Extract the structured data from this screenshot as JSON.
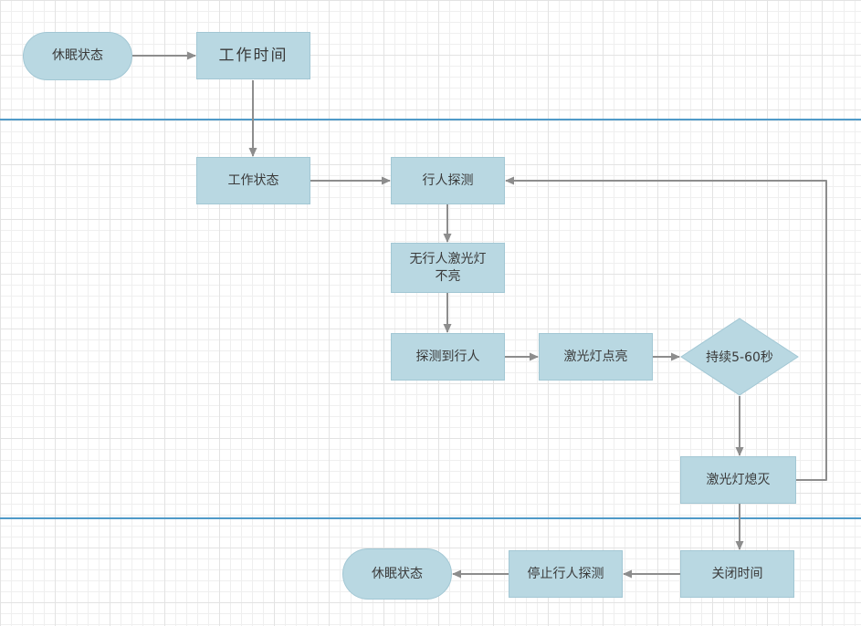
{
  "diagram": {
    "nodes": [
      {
        "id": "sleep-state-start",
        "shape": "stadium",
        "label": "休眠状态"
      },
      {
        "id": "work-time",
        "shape": "rect",
        "label": "工作时间"
      },
      {
        "id": "work-state",
        "shape": "rect",
        "label": "工作状态"
      },
      {
        "id": "pedestrian-detect",
        "shape": "rect",
        "label": "行人探测"
      },
      {
        "id": "no-pedestrian-laser-dim",
        "shape": "rect",
        "label": "无行人激光灯不亮"
      },
      {
        "id": "pedestrian-detected",
        "shape": "rect",
        "label": "探测到行人"
      },
      {
        "id": "laser-light-on",
        "shape": "rect",
        "label": "激光灯点亮"
      },
      {
        "id": "duration-5-60s",
        "shape": "diamond",
        "label": "持续5-60秒"
      },
      {
        "id": "laser-light-off",
        "shape": "rect",
        "label": "激光灯熄灭"
      },
      {
        "id": "close-time",
        "shape": "rect",
        "label": "关闭时间"
      },
      {
        "id": "stop-pedestrian-detect",
        "shape": "rect",
        "label": "停止行人探测"
      },
      {
        "id": "sleep-state-end",
        "shape": "stadium",
        "label": "休眠状态"
      }
    ],
    "edges": [
      {
        "from": "sleep-state-start",
        "to": "work-time"
      },
      {
        "from": "work-time",
        "to": "work-state"
      },
      {
        "from": "work-state",
        "to": "pedestrian-detect"
      },
      {
        "from": "pedestrian-detect",
        "to": "no-pedestrian-laser-dim"
      },
      {
        "from": "no-pedestrian-laser-dim",
        "to": "pedestrian-detected"
      },
      {
        "from": "pedestrian-detected",
        "to": "laser-light-on"
      },
      {
        "from": "laser-light-on",
        "to": "duration-5-60s"
      },
      {
        "from": "duration-5-60s",
        "to": "laser-light-off"
      },
      {
        "from": "laser-light-off",
        "to": "pedestrian-detect"
      },
      {
        "from": "laser-light-off",
        "to": "close-time"
      },
      {
        "from": "close-time",
        "to": "stop-pedestrian-detect"
      },
      {
        "from": "stop-pedestrian-detect",
        "to": "sleep-state-end"
      }
    ],
    "colors": {
      "node_fill": "#b9d8e2",
      "node_border": "#a2c7d4",
      "connector": "#8d8d8d",
      "lane_divider": "#4f9ac8",
      "grid_line": "#efefef",
      "text": "#3a3a3a"
    }
  }
}
